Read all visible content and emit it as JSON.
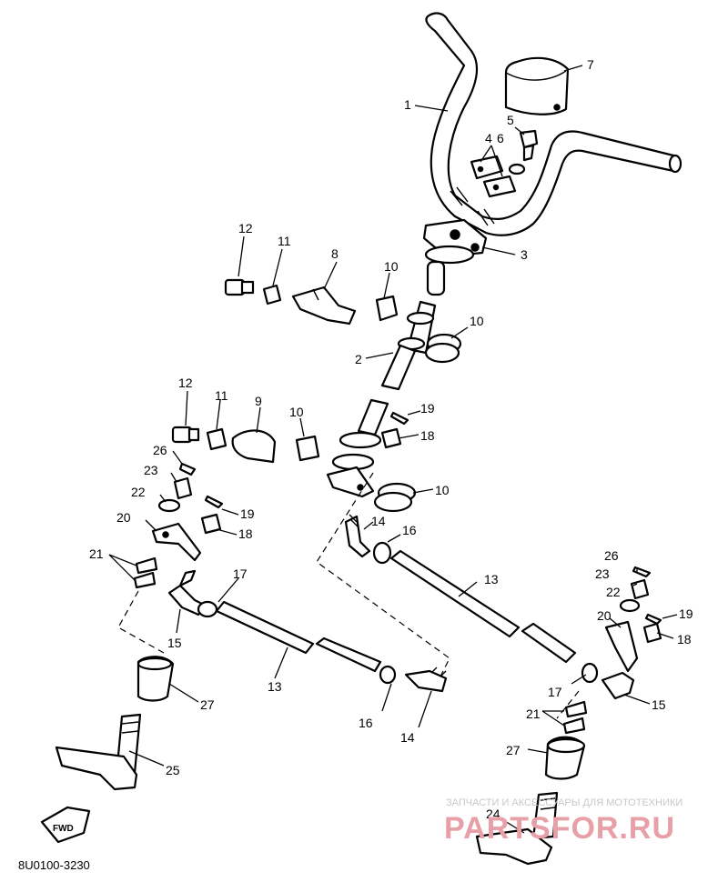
{
  "diagram": {
    "drawing_code": "8U0100-3230",
    "fwd_label": "FWD",
    "watermark_caption": "ЗАПЧАСТИ И АКСЕССУАРЫ ДЛЯ МОТОТЕХНИКИ",
    "watermark_brand": "PARTSFOR.RU"
  },
  "labels": {
    "l1": "1",
    "l2": "2",
    "l3": "3",
    "l4": "4",
    "l5": "5",
    "l6": "6",
    "l7": "7",
    "l8": "8",
    "l9": "9",
    "l10a": "10",
    "l10b": "10",
    "l10c": "10",
    "l10d": "10",
    "l11a": "11",
    "l11b": "11",
    "l12a": "12",
    "l12b": "12",
    "l13a": "13",
    "l13b": "13",
    "l14a": "14",
    "l14b": "14",
    "l15a": "15",
    "l15b": "15",
    "l16a": "16",
    "l16b": "16",
    "l17a": "17",
    "l17b": "17",
    "l18a": "18",
    "l18b": "18",
    "l18c": "18",
    "l19a": "19",
    "l19b": "19",
    "l19c": "19",
    "l20a": "20",
    "l20b": "20",
    "l21a": "21",
    "l21b": "21",
    "l22a": "22",
    "l22b": "22",
    "l23a": "23",
    "l23b": "23",
    "l24": "24",
    "l25": "25",
    "l26a": "26",
    "l26b": "26",
    "l27a": "27",
    "l27b": "27"
  }
}
